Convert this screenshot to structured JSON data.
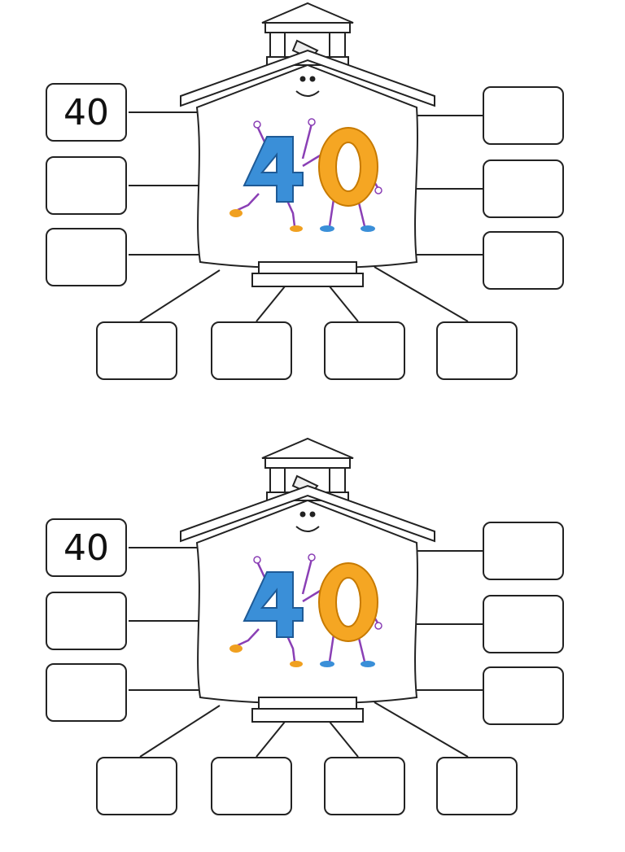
{
  "worksheets": [
    {
      "center_number": "40",
      "boxes": [
        "40",
        "",
        "",
        "",
        "",
        "",
        "",
        "",
        "",
        ""
      ]
    },
    {
      "center_number": "40",
      "boxes": [
        "40",
        "",
        "",
        "",
        "",
        "",
        "",
        "",
        "",
        ""
      ]
    }
  ],
  "colors": {
    "digit_four": "#3a8fd8",
    "digit_zero": "#f5a623",
    "limbs": "#8a3fb5",
    "shoes_left": "#f0a020",
    "shoes_right": "#3a8fd8",
    "outline": "#222222"
  }
}
